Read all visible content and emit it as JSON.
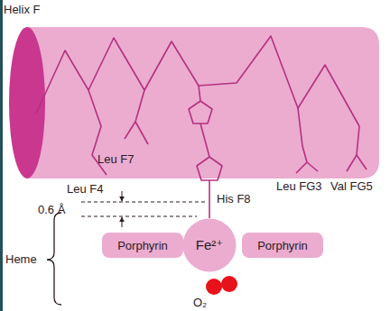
{
  "diagram": {
    "nodes": [
      {
        "text": [
          "Porphyrin"
        ]
      },
      {
        "text": [
          "Fe²⁺"
        ]
      },
      {
        "text": [
          "Porphyrin"
        ]
      }
    ],
    "labels": [
      "Helix F",
      "Leu F7",
      "Leu F4",
      "0.6 Å",
      "His F8",
      "Leu FG3",
      "Val FG5",
      "Heme",
      "O₂"
    ]
  }
}
